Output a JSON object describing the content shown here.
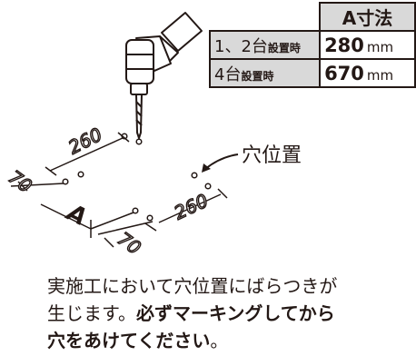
{
  "table": {
    "header_blank": "",
    "header_label": "A寸法",
    "rows": [
      {
        "label_main": "1、2台",
        "label_small": "設置時",
        "value": "280",
        "unit": "mm"
      },
      {
        "label_main": "4台",
        "label_small": "設置時",
        "value": "670",
        "unit": "mm"
      }
    ]
  },
  "diagram": {
    "dim_top": "260",
    "dim_left": "70",
    "dim_a": "A",
    "dim_right": "260",
    "dim_bottom": "70",
    "hole_label": "穴位置"
  },
  "note": {
    "line1": "実施工において穴位置にばらつきが",
    "line2_normal": "生じます。",
    "line2_bold": "必ずマーキングしてから",
    "line3_bold": "穴をあけてください",
    "line3_end": "。"
  },
  "colors": {
    "ink": "#231815",
    "header_fill": "#d9d9d9",
    "drill_fill": "#ffffff"
  }
}
